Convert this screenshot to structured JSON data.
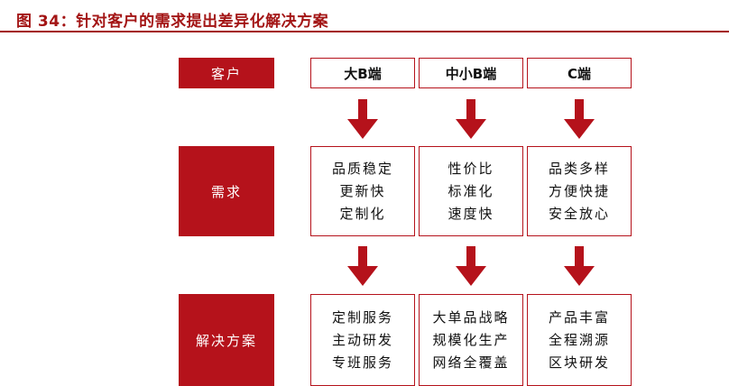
{
  "title": "图 34：针对客户的需求提出差异化解决方案",
  "rows": {
    "customer": "客户",
    "demand": "需求",
    "solution": "解决方案"
  },
  "columns": [
    {
      "name": "大B端",
      "demand": [
        "品质稳定",
        "更新快",
        "定制化"
      ],
      "solution": [
        "定制服务",
        "主动研发",
        "专班服务"
      ]
    },
    {
      "name": "中小B端",
      "demand": [
        "性价比",
        "标准化",
        "速度快"
      ],
      "solution": [
        "大单品战略",
        "规模化生产",
        "网络全覆盖"
      ]
    },
    {
      "name": "C端",
      "demand": [
        "品类多样",
        "方便快捷",
        "安全放心"
      ],
      "solution": [
        "产品丰富",
        "全程溯源",
        "区块研发"
      ]
    }
  ],
  "colors": {
    "accent": "#b5121b",
    "title": "#a31515"
  }
}
